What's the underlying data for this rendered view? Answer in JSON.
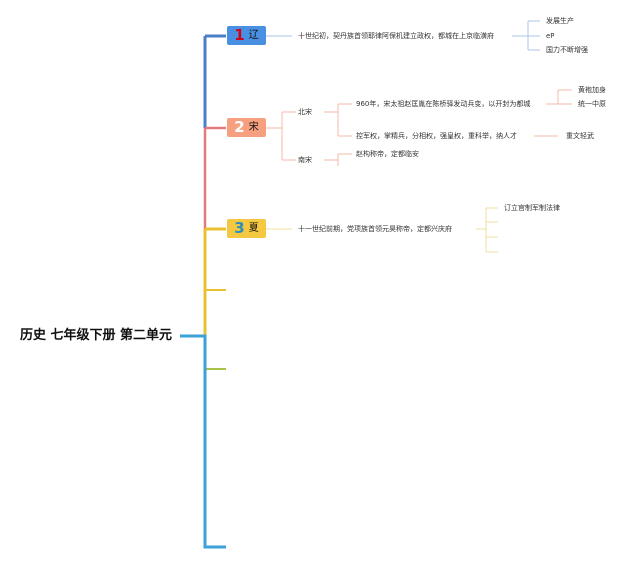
{
  "root": "历史 七年级下册 第二单元",
  "sections": [
    {
      "num": "1",
      "name": "辽",
      "badge_color": "#4a90e2",
      "num_color": "#d0021b",
      "event": "十世纪初，契丹族首领耶律阿保机建立政权，都城在上京临潢府",
      "details": [
        "发展生产",
        "eP",
        "国力不断增强"
      ]
    },
    {
      "num": "2",
      "name": "宋",
      "badge_color": "#f7a080",
      "num_color": "#ffffff",
      "north": {
        "label": "北宋",
        "event": "960年，宋太祖赵匡胤在陈桥驿发动兵变，以开封为都城",
        "results": [
          "黄袍加身",
          "统一中原"
        ],
        "policy": "控军权，掌精兵，分相权，强皇权，重科举，纳人才",
        "policy_result": "重文轻武"
      },
      "south": {
        "label": "南宋",
        "event": "赵构称帝，定都临安"
      }
    },
    {
      "num": "3",
      "name": "夏",
      "badge_color": "#f5c842",
      "num_color": "#2a8fbd",
      "event": "十一世纪前期，党项族首领元昊称帝，定都兴庆府",
      "details": [
        "订立官制军制法律"
      ]
    }
  ],
  "colors": {
    "spine_blue": "#4a7fc8",
    "spine_red": "#e37a7a",
    "spine_yellow": "#e8c030",
    "spine_olive": "#a9c24a",
    "spine_cyan": "#3aa2d6"
  }
}
